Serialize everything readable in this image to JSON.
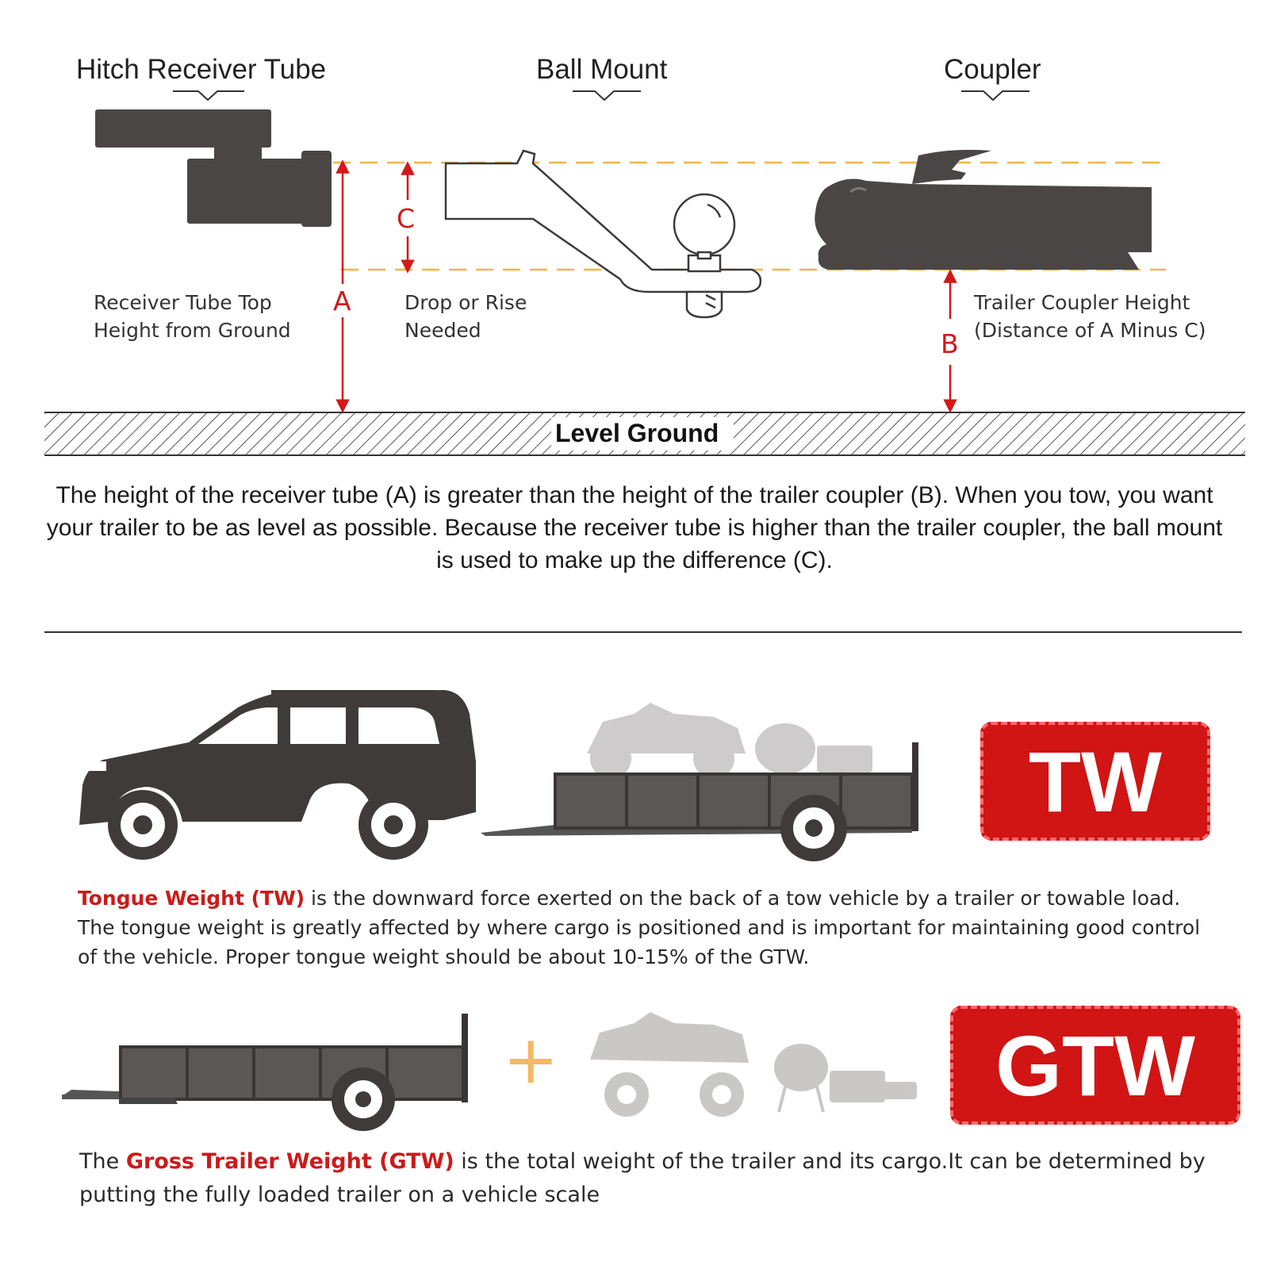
{
  "hitch": {
    "title_receiver": "Hitch Receiver Tube",
    "title_ball_mount": "Ball Mount",
    "title_coupler": "Coupler",
    "label_a_text": "Receiver Tube Top\nHeight from Ground",
    "label_c_text": "Drop or Rise\nNeeded",
    "label_b_text": "Trailer Coupler Height\n(Distance of A Minus C)",
    "letter_a": "A",
    "letter_b": "B",
    "letter_c": "C",
    "ground_label": "Level Ground",
    "explanation": "The height of the receiver tube (A) is greater than the height of the trailer coupler (B). When you tow, you want your trailer to be as level as possible. Because the receiver tube is higher than the trailer coupler, the ball mount is used to make up the difference (C)."
  },
  "tongue": {
    "badge": "TW",
    "term": "Tongue Weight (TW)",
    "text": " is the downward force exerted on the back of a tow vehicle by a trailer or towable load. The tongue weight is greatly affected by where cargo is positioned and is important for maintaining good control of the vehicle. Proper tongue weight should be about 10-15% of the GTW."
  },
  "gross": {
    "badge": "GTW",
    "plus": "+",
    "prefix": "The ",
    "term": "Gross Trailer Weight (GTW)",
    "text": " is the total weight of the trailer and its cargo.It can be determined by putting the fully loaded trailer on a vehicle scale"
  },
  "colors": {
    "accent_red": "#d11414",
    "arrow_red": "#d41818",
    "guide_orange": "#f2b548",
    "dark_gray": "#4a4646",
    "plus_orange": "#f5b860"
  }
}
